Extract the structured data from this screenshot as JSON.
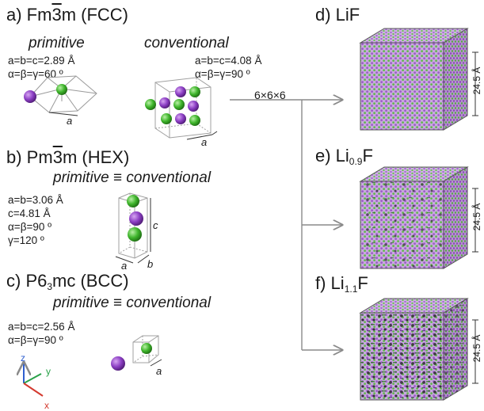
{
  "panels": {
    "a": {
      "label_pre": "a) Fm",
      "label_bar": "3",
      "label_post": "m (FCC)",
      "primitive_title": "primitive",
      "primitive_params": [
        "a=b=c=2.89 Å",
        "α=β=γ=60 º"
      ],
      "conventional_title": "conventional",
      "conventional_params": [
        "a=b=c=4.08 Å",
        "α=β=γ=90 º"
      ],
      "edge_label": "a"
    },
    "b": {
      "label_pre": "b) Pm",
      "label_bar": "3",
      "label_post": "m (HEX)",
      "subtitle": "primitive ≡ conventional",
      "params": [
        "a=b=3.06 Å",
        "c=4.81 Å",
        "α=β=90 º",
        "γ=120 º"
      ],
      "edge_labels": [
        "c",
        "a",
        "b"
      ]
    },
    "c": {
      "label_pre": "c) P6",
      "label_sub": "3",
      "label_post": "mc (BCC)",
      "subtitle": "primitive ≡ conventional",
      "params": [
        "a=b=c=2.56 Å",
        "α=β=γ=90 º"
      ],
      "edge_label": "a"
    },
    "d": {
      "label_pre": "d) LiF",
      "label_sub": "",
      "label_post": "",
      "size": "24.5 Å"
    },
    "e": {
      "label_pre": "e) Li",
      "label_sub": "0.9",
      "label_post": "F",
      "size": "24.5 Å"
    },
    "f": {
      "label_pre": "f) Li",
      "label_sub": "1.1",
      "label_post": "F",
      "size": "24.5 Å"
    }
  },
  "supercell_label": "6×6×6",
  "axes": {
    "z": "z",
    "y": "y",
    "x": "x"
  },
  "colors": {
    "li": "#8c3fc4",
    "f": "#3fb52c",
    "arrow": "#8a8a8a",
    "edge": "#9a9a9a"
  }
}
